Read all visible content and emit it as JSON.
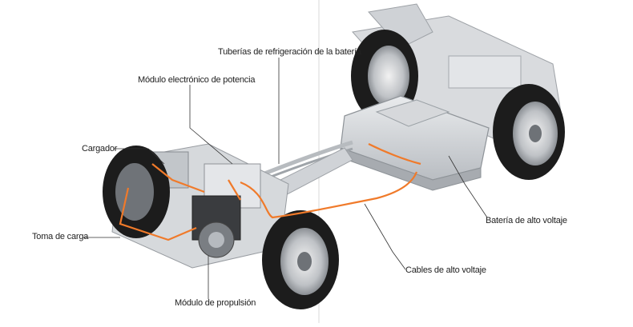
{
  "labels": {
    "tuberias": "Tuberías de refrigeración de la batería",
    "modulo_electronico": "Módulo electrónico de potencia",
    "cargador": "Cargador",
    "toma_de_carga": "Toma de carga",
    "modulo_propulsion": "Módulo de propulsión",
    "bateria": "Batería de alto voltaje",
    "cables": "Cables de alto voltaje"
  },
  "colors": {
    "high_voltage_cable": "#f07a2a",
    "leader_line": "#333333",
    "chassis": "#c9ccd0",
    "tire": "#1c1c1c"
  }
}
